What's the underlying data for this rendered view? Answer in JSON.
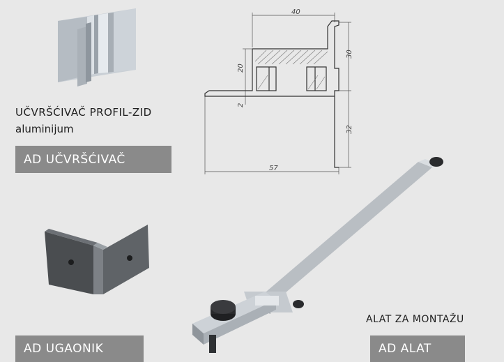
{
  "product": {
    "title": "UČVRŠĆIVAČ PROFIL-ZID",
    "material": "aluminijum"
  },
  "labels": {
    "fastener": "AD UČVRŠĆIVAČ",
    "corner": "AD UGAONIK",
    "tool_caption": "ALAT ZA MONTAŽU",
    "tool": "AD ALAT"
  },
  "drawing": {
    "dim_40": "40",
    "dim_30": "30",
    "dim_20": "20",
    "dim_2": "2",
    "dim_32": "32",
    "dim_57": "57"
  },
  "colors": {
    "label_bg": "#8a8a8a",
    "page_bg": "#e8e8e8"
  }
}
